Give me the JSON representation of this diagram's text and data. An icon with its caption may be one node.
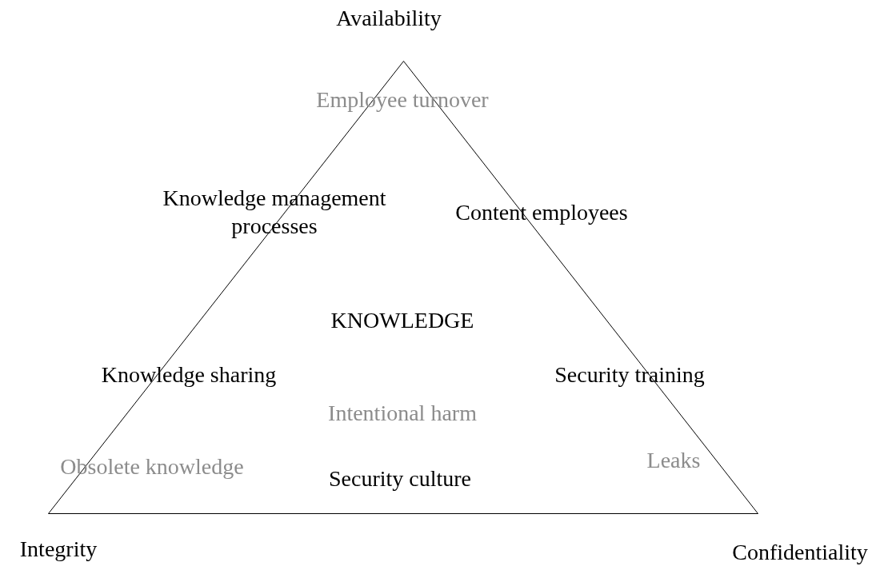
{
  "diagram": {
    "nodes": [
      {
        "text": [
          "KNOWLEDGE"
        ]
      }
    ],
    "labels": [
      "Availability",
      "Employee turnover",
      "Knowledge management processes",
      "Content employees",
      "Knowledge sharing",
      "Security training",
      "Intentional harm",
      "Obsolete knowledge",
      "Leaks",
      "Security culture",
      "Integrity",
      "Confidentiality"
    ]
  }
}
